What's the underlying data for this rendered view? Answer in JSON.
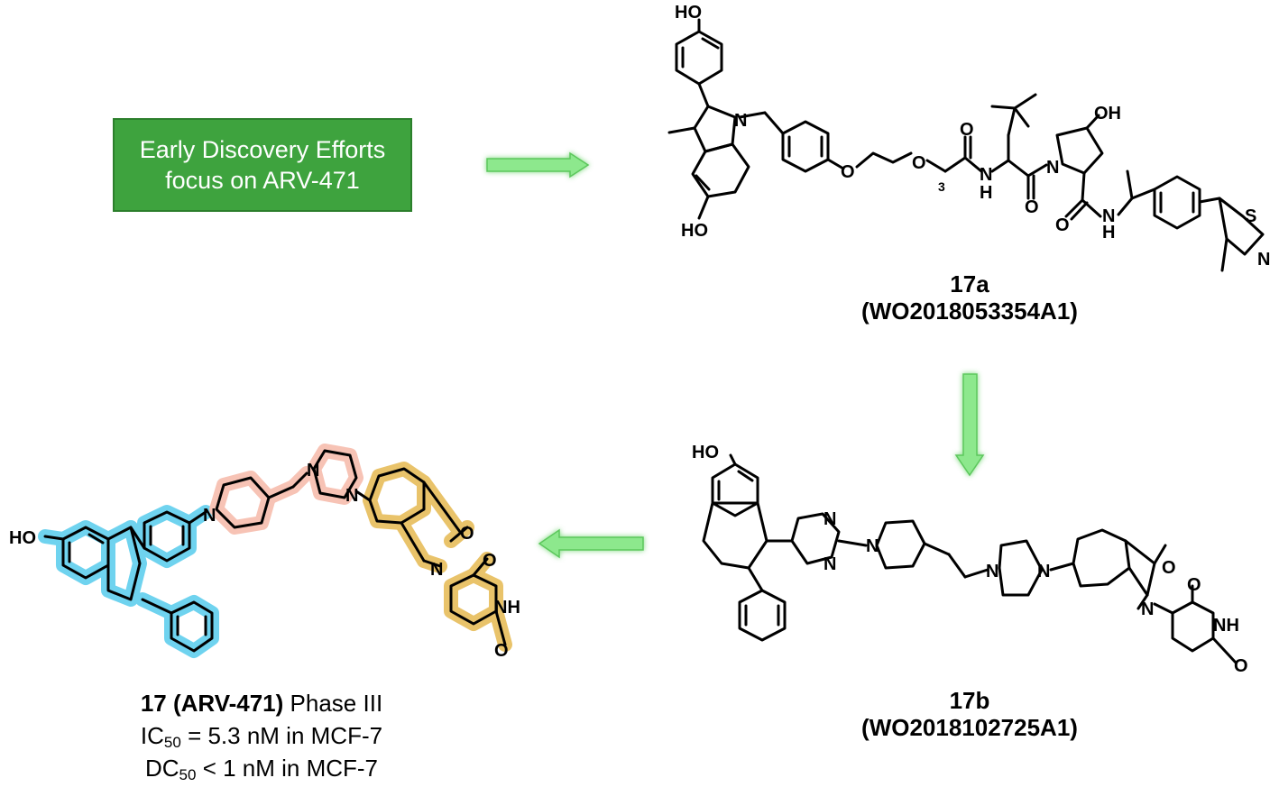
{
  "box": {
    "line1": "Early Discovery Efforts",
    "line2": "focus on ARV-471",
    "fill": "#3ea33e"
  },
  "compound_17a": {
    "name": "17a",
    "patent": "(WO2018053354A1)"
  },
  "compound_17b": {
    "name": "17b",
    "patent": "(WO2018102725A1)"
  },
  "compound_17": {
    "name": "17 (ARV-471)",
    "phase": "Phase III",
    "ic50_prefix": "IC",
    "ic50_sub": "50",
    "ic50_value": "= 5.3 nM in MCF-7",
    "dc50_prefix": "DC",
    "dc50_sub": "50",
    "dc50_value": "< 1 nM in MCF-7"
  },
  "atoms": {
    "ho": "HO",
    "oh": "OH",
    "n": "N",
    "o": "O",
    "h": "H",
    "s": "S",
    "nh": "NH",
    "sub3": "3"
  },
  "colors": {
    "arrow": "#7ee47e",
    "highlight_blue": "#6fd3ef",
    "highlight_pink": "#f7c3b5",
    "highlight_gold": "#e9c36a"
  }
}
